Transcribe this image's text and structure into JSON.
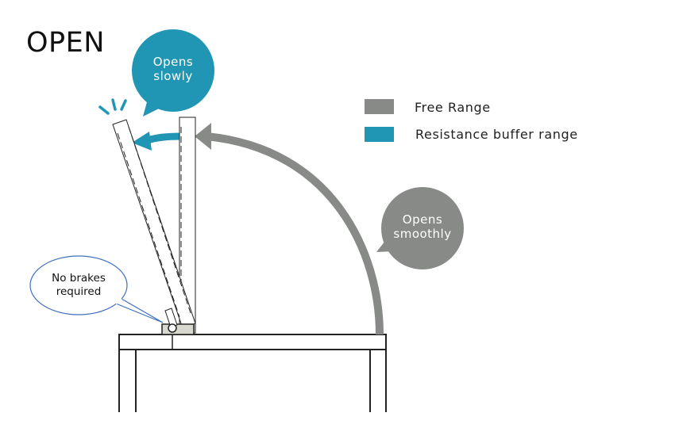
{
  "title": "OPEN",
  "legend": [
    {
      "label": "Free Range",
      "color": "#888a88"
    },
    {
      "label": "Resistance buffer range",
      "color": "#2196b4"
    }
  ],
  "bubbles": {
    "slow_line1": "Opens",
    "slow_line2": "slowly",
    "smooth_line1": "Opens",
    "smooth_line2": "smoothly",
    "brakes_line1": "No brakes",
    "brakes_line2": "required"
  },
  "colors": {
    "free_range": "#888a88",
    "resistance": "#2196b4",
    "note_outline": "#3f6fc0",
    "line": "#222222"
  }
}
